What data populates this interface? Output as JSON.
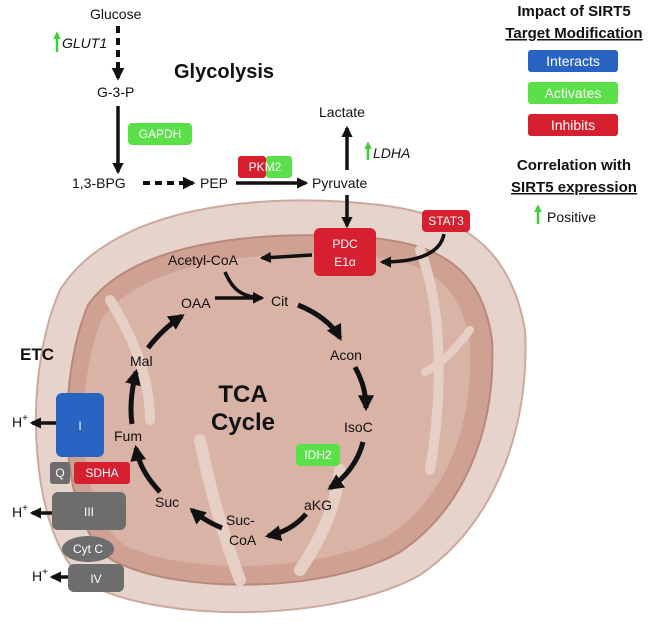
{
  "colors": {
    "interacts": "#2a64c3",
    "activates": "#5be04a",
    "inhibits": "#d7202f",
    "positive_arrow": "#3ecf3a",
    "etc_complex": "#6d6d6d",
    "mito_outer": "#e4cfc7",
    "mito_inner": "#c89c8e",
    "matrix": "#d7aea1"
  },
  "legend": {
    "title_line1": "Impact of SIRT5",
    "title_line2": "Target Modification",
    "interacts": "Interacts",
    "activates": "Activates",
    "inhibits": "Inhibits",
    "correlation_line1": "Correlation with",
    "correlation_line2": "SIRT5 expression",
    "positive": "Positive"
  },
  "glycolysis": {
    "title": "Glycolysis",
    "glucose": "Glucose",
    "glut1": "GLUT1",
    "g3p": "G-3-P",
    "gapdh": "GAPDH",
    "bpg": "1,3-BPG",
    "pep": "PEP",
    "pkm2": "PKM2",
    "pyruvate": "Pyruvate",
    "lactate": "Lactate",
    "ldha": "LDHA",
    "stat3": "STAT3",
    "pdc_line1": "PDC",
    "pdc_line2": "E1α"
  },
  "tca": {
    "title_line1": "TCA",
    "title_line2": "Cycle",
    "acetyl_coa": "Acetyl-CoA",
    "oaa": "OAA",
    "cit": "Cit",
    "acon": "Acon",
    "isoc": "IsoC",
    "idh2": "IDH2",
    "akg": "aKG",
    "suc_coa_line1": "Suc-",
    "suc_coa_line2": "CoA",
    "suc": "Suc",
    "fum": "Fum",
    "mal": "Mal"
  },
  "etc": {
    "title": "ETC",
    "h_plus": "H",
    "complex_i": "I",
    "q": "Q",
    "sdha": "SDHA",
    "complex_iii": "III",
    "cyt_c": "Cyt C",
    "complex_iv": "IV"
  }
}
